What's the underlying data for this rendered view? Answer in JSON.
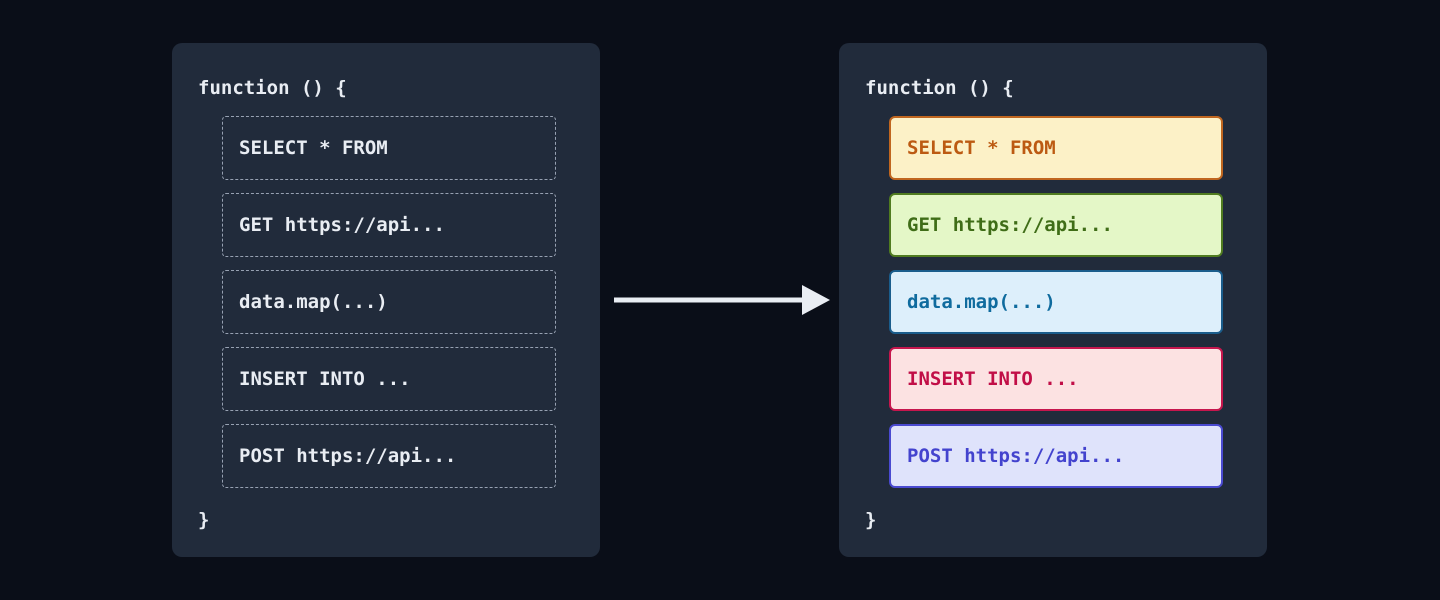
{
  "canvas": {
    "background": "#0a0e18"
  },
  "left_panel": {
    "header": "function () {",
    "footer": "}",
    "box_border": "#97a1b2",
    "text_color": "#e9edf3",
    "items": [
      {
        "label": "SELECT * FROM"
      },
      {
        "label": "GET https://api..."
      },
      {
        "label": "data.map(...)"
      },
      {
        "label": "INSERT INTO ..."
      },
      {
        "label": "POST https://api..."
      }
    ]
  },
  "right_panel": {
    "header": "function () {",
    "footer": "}",
    "items": [
      {
        "label": "SELECT * FROM",
        "bg": "#fcf1c7",
        "border": "#c0661f",
        "text": "#bc5a12"
      },
      {
        "label": "GET https://api...",
        "bg": "#e4f7c7",
        "border": "#507c20",
        "text": "#3f6d17"
      },
      {
        "label": "data.map(...)",
        "bg": "#ddeffb",
        "border": "#1a5d8c",
        "text": "#0f6b9e"
      },
      {
        "label": "INSERT INTO ...",
        "bg": "#fce2e2",
        "border": "#c6164d",
        "text": "#c10e47"
      },
      {
        "label": "POST https://api...",
        "bg": "#dfe3fb",
        "border": "#4a4ad0",
        "text": "#4343ce"
      }
    ]
  },
  "arrow": {
    "color": "#e9edf3"
  }
}
